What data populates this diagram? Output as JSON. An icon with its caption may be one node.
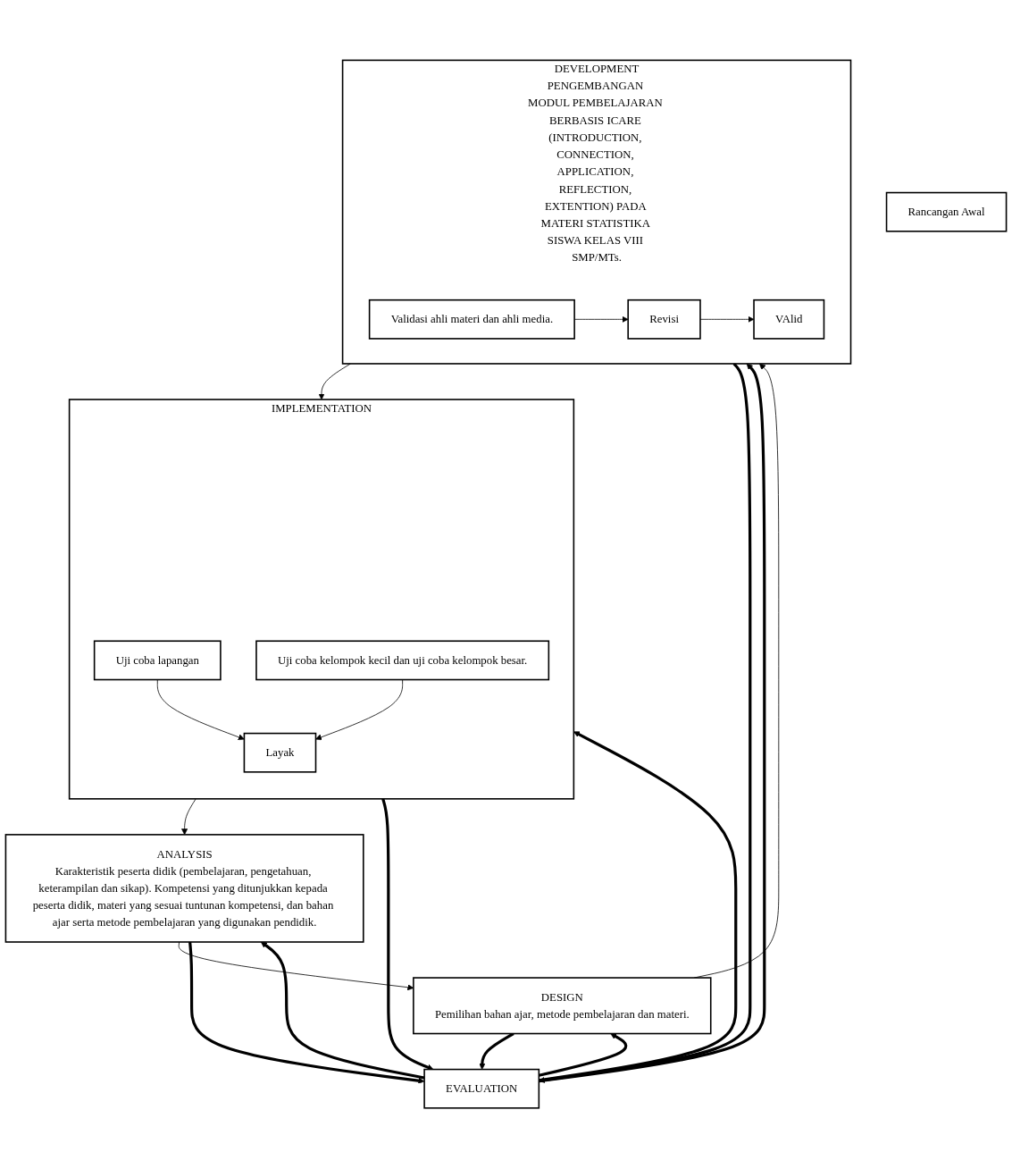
{
  "diagram": {
    "nodes": [
      {
        "text": [
          "ANALYSIS",
          "Karakteristik peserta didik (pembelajaran, pengetahuan, keterampilan dan sikap). Kompetensi yang ditunjukkan kepada peserta didik, materi yang sesuai tuntunan kompetensi, dan bahan ajar serta metode pembelajaran yang digunakan pendidik."
        ]
      },
      {
        "text": [
          "IMPLEMENTATION"
        ]
      },
      {
        "text": [
          "Uji coba lapangan"
        ],
        "in": 1
      },
      {
        "text": [
          "Layak"
        ],
        "in": 1
      },
      {
        "text": [
          "Uji coba kelompok kecil dan uji coba kelompok besar."
        ],
        "in": 1
      },
      {
        "text": [
          "Rancangan Awal"
        ]
      },
      {
        "text": [
          "DESIGN",
          "Pemilihan bahan ajar, metode pembelajaran dan materi."
        ]
      },
      {
        "text": [
          "EVALUATION"
        ]
      },
      {
        "text": [
          "DEVELOPMENT",
          "PENGEMBANGAN MODUL PEMBELAJARAN BERBASIS ICARE (INTRODUCTION, CONNECTION, APPLICATION, REFLECTION, EXTENTION) PADA MATERI STATISTIKA SISWA KELAS VIII SMP/MTs."
        ]
      },
      {
        "text": [
          "Validasi ahli materi dan ahli media."
        ],
        "in": 8
      },
      {
        "text": [
          "Revisi"
        ],
        "in": 8
      },
      {
        "text": [
          "VAlid"
        ],
        "in": 8
      }
    ],
    "edges": [
      {
        "from": 0,
        "to": 6,
        "arrow": "to"
      },
      {
        "from": 6,
        "to": 8,
        "arrow": "to"
      },
      {
        "from": 8,
        "to": 1,
        "arrow": "to"
      },
      {
        "from": 1,
        "to": 0,
        "arrow": "to"
      },
      {
        "from": 2,
        "to": 3,
        "arrow": "to"
      },
      {
        "from": 4,
        "to": 3,
        "arrow": "to"
      },
      {
        "from": 7,
        "to": 0,
        "arrow": "to",
        "style": "thick"
      },
      {
        "from": 0,
        "to": 7,
        "arrow": "to",
        "style": "thick"
      },
      {
        "from": 1,
        "to": 7,
        "arrow": "to",
        "style": "thick"
      },
      {
        "from": 7,
        "to": 1,
        "arrow": "to",
        "style": "thick"
      },
      {
        "from": 7,
        "to": 6,
        "arrow": "to",
        "style": "thick"
      },
      {
        "from": 6,
        "to": 7,
        "arrow": "to",
        "style": "thick"
      },
      {
        "from": 8,
        "to": 7,
        "arrow": "to",
        "style": "thick"
      },
      {
        "from": 7,
        "to": 8,
        "arrow": "to",
        "style": "thick"
      },
      {
        "from": 9,
        "to": 10,
        "arrow": "to"
      },
      {
        "from": 10,
        "to": 11,
        "arrow": "to"
      }
    ]
  }
}
